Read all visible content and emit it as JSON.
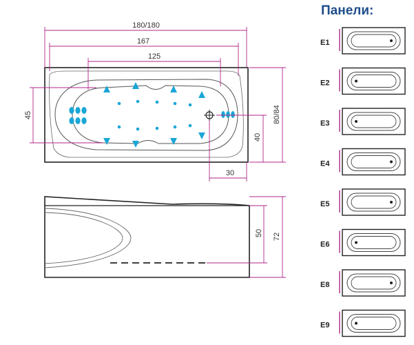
{
  "colors": {
    "dimension": "#b0258a",
    "outline": "#222222",
    "jet": "#1aa6d6",
    "title": "#1f4e8c"
  },
  "panels": {
    "title": "Панели:",
    "items": [
      {
        "code": "E1"
      },
      {
        "code": "E2"
      },
      {
        "code": "E3"
      },
      {
        "code": "E4"
      },
      {
        "code": "E5"
      },
      {
        "code": "E6"
      },
      {
        "code": "E8"
      },
      {
        "code": "E9"
      }
    ]
  },
  "top_view": {
    "dims": {
      "overall_length": "180/180",
      "inner_length": "167",
      "jet_span": "125",
      "width_left": "45",
      "height_total": "80/84",
      "drain_height": "40",
      "drain_offset": "30"
    }
  },
  "side_view": {
    "dims": {
      "inner_depth": "50",
      "total_height": "72"
    }
  }
}
